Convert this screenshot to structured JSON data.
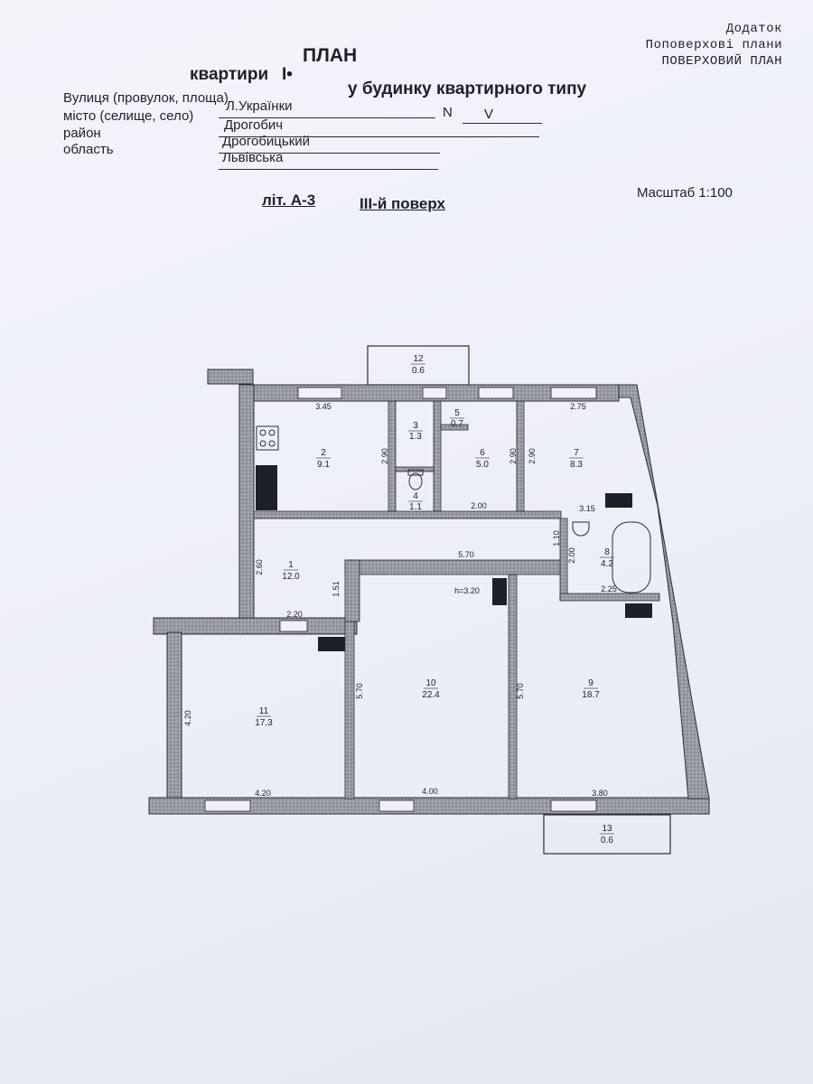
{
  "appendix": {
    "line1": "Додаток",
    "line2": "Поповерхові плани",
    "line3": "ПОВЕРХОВИЙ ПЛАН"
  },
  "header": {
    "title": "ПЛАН",
    "apartment_label": "квартири",
    "apartment_no": "I•",
    "building_type": "у будинку квартирного типу"
  },
  "address": {
    "street_label": "Вулиця (провулок, площа)",
    "street_value": "Л.Українки",
    "number_label": "N",
    "number_value": "V",
    "city_label": "місто (селище, село)",
    "city_value": "Дрогобич",
    "district_label": "район",
    "district_value": "Дрогобицький",
    "region_label": "область",
    "region_value": "Львівська"
  },
  "plan_meta": {
    "litera": "літ. А-3",
    "floor": "III-й поверх",
    "scale": "Масштаб 1:100",
    "height": "h=3.20"
  },
  "rooms": [
    {
      "no": "1",
      "area": "12.0"
    },
    {
      "no": "2",
      "area": "9.1"
    },
    {
      "no": "3",
      "area": "1.3"
    },
    {
      "no": "4",
      "area": "1.1"
    },
    {
      "no": "5",
      "area": "0.7"
    },
    {
      "no": "6",
      "area": "5.0"
    },
    {
      "no": "7",
      "area": "8.3"
    },
    {
      "no": "8",
      "area": "4.2"
    },
    {
      "no": "9",
      "area": "18.7"
    },
    {
      "no": "10",
      "area": "22.4"
    },
    {
      "no": "11",
      "area": "17.3"
    },
    {
      "no": "12",
      "area": "0.6"
    },
    {
      "no": "13",
      "area": "0.6"
    }
  ],
  "dimensions": {
    "d_345": "3.45",
    "d_275": "2.75",
    "d_290a": "2.90",
    "d_290b": "2.90",
    "d_290c": "2.90",
    "d_200a": "2.00",
    "d_315": "3.15",
    "d_110": "1.10",
    "d_200b": "2.00",
    "d_225": "2.25",
    "d_260": "2.60",
    "d_570a": "5.70",
    "d_151": "1.51",
    "d_220": "2.20",
    "d_570b": "5.70",
    "d_570c": "5.70",
    "d_420a": "4.20",
    "d_420b": "4.20",
    "d_400": "4.00",
    "d_380": "3.80"
  }
}
